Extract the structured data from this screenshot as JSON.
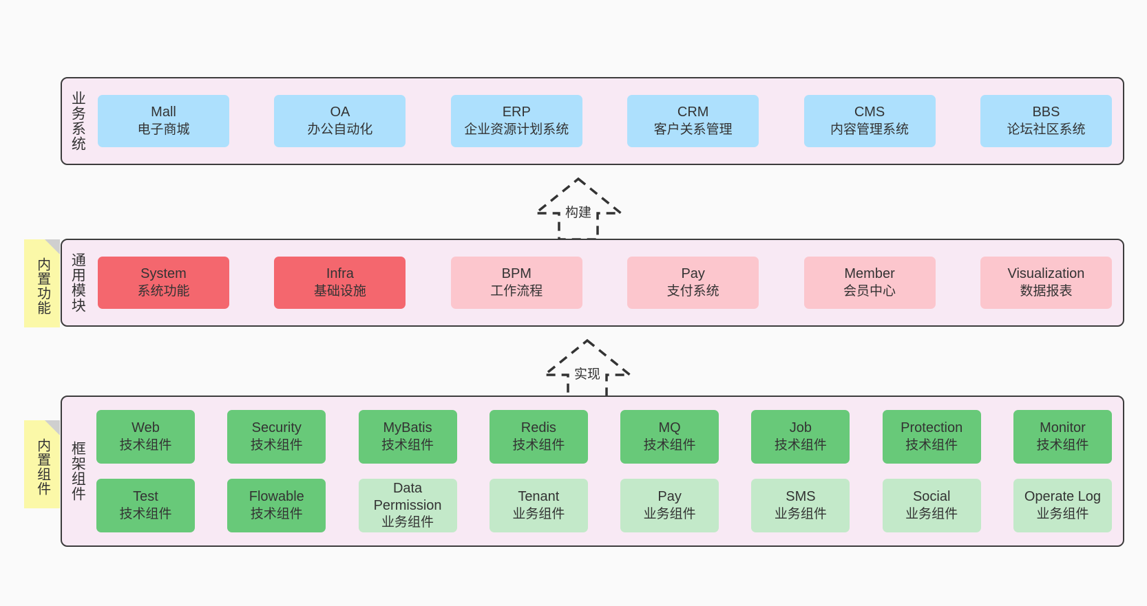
{
  "colors": {
    "canvas": "#fafafa",
    "panel_bg": "#f8e9f4",
    "panel_border": "#3c3c3c",
    "blue": "#ade0fd",
    "red": "#f4676e",
    "pink": "#fcc6cd",
    "green": "#68c979",
    "light_green": "#c3e9c9",
    "note_yellow": "#fbf8a8",
    "note_fold": "#cfcfcf",
    "text": "#333333"
  },
  "layers": [
    {
      "id": "business",
      "title": "业务系统",
      "cards": [
        {
          "title": "Mall",
          "subtitle": "电子商城",
          "style": "blue"
        },
        {
          "title": "OA",
          "subtitle": "办公自动化",
          "style": "blue"
        },
        {
          "title": "ERP",
          "subtitle": "企业资源计划系统",
          "style": "blue"
        },
        {
          "title": "CRM",
          "subtitle": "客户关系管理",
          "style": "blue"
        },
        {
          "title": "CMS",
          "subtitle": "内容管理系统",
          "style": "blue"
        },
        {
          "title": "BBS",
          "subtitle": "论坛社区系统",
          "style": "blue"
        }
      ]
    },
    {
      "id": "modules",
      "title": "通用模块",
      "cards": [
        {
          "title": "System",
          "subtitle": "系统功能",
          "style": "red"
        },
        {
          "title": "Infra",
          "subtitle": "基础设施",
          "style": "red"
        },
        {
          "title": "BPM",
          "subtitle": "工作流程",
          "style": "pink"
        },
        {
          "title": "Pay",
          "subtitle": "支付系统",
          "style": "pink"
        },
        {
          "title": "Member",
          "subtitle": "会员中心",
          "style": "pink"
        },
        {
          "title": "Visualization",
          "subtitle": "数据报表",
          "style": "pink"
        }
      ]
    },
    {
      "id": "framework",
      "title": "框架组件",
      "rows": [
        [
          {
            "title": "Web",
            "subtitle": "技术组件",
            "style": "green"
          },
          {
            "title": "Security",
            "subtitle": "技术组件",
            "style": "green"
          },
          {
            "title": "MyBatis",
            "subtitle": "技术组件",
            "style": "green"
          },
          {
            "title": "Redis",
            "subtitle": "技术组件",
            "style": "green"
          },
          {
            "title": "MQ",
            "subtitle": "技术组件",
            "style": "green"
          },
          {
            "title": "Job",
            "subtitle": "技术组件",
            "style": "green"
          },
          {
            "title": "Protection",
            "subtitle": "技术组件",
            "style": "green"
          },
          {
            "title": "Monitor",
            "subtitle": "技术组件",
            "style": "green"
          }
        ],
        [
          {
            "title": "Test",
            "subtitle": "技术组件",
            "style": "green"
          },
          {
            "title": "Flowable",
            "subtitle": "技术组件",
            "style": "green"
          },
          {
            "title": "Data Permission",
            "subtitle": "业务组件",
            "style": "light_green"
          },
          {
            "title": "Tenant",
            "subtitle": "业务组件",
            "style": "light_green"
          },
          {
            "title": "Pay",
            "subtitle": "业务组件",
            "style": "light_green"
          },
          {
            "title": "SMS",
            "subtitle": "业务组件",
            "style": "light_green"
          },
          {
            "title": "Social",
            "subtitle": "业务组件",
            "style": "light_green"
          },
          {
            "title": "Operate Log",
            "subtitle": "业务组件",
            "style": "light_green"
          }
        ]
      ]
    }
  ],
  "notes": [
    {
      "id": "builtin-func",
      "label": "内置功能"
    },
    {
      "id": "builtin-comp",
      "label": "内置组件"
    }
  ],
  "arrows": [
    {
      "id": "build",
      "label": "构建"
    },
    {
      "id": "impl",
      "label": "实现"
    }
  ]
}
